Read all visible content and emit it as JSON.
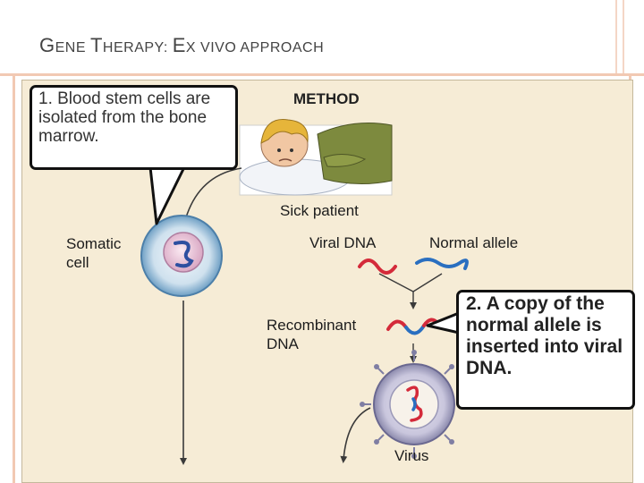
{
  "slide": {
    "title_prefix": "G",
    "title_part1": "ene ",
    "title_t": "T",
    "title_part2": "herapy: ",
    "title_e": "E",
    "title_part3": "x vivo approach"
  },
  "figure": {
    "method_label": "METHOD",
    "sick_patient_label": "Sick patient",
    "somatic_label_line1": "Somatic",
    "somatic_label_line2": "cell",
    "viral_dna_label": "Viral DNA",
    "normal_allele_label": "Normal allele",
    "recombinant_label_line1": "Recombinant",
    "recombinant_label_line2": "DNA",
    "virus_label": "Virus"
  },
  "callouts": {
    "step1": "1. Blood stem cells are isolated from the bone marrow.",
    "step2": "2. A copy of the normal allele is inserted into viral DNA."
  },
  "colors": {
    "panel_bg": "#f6ecd6",
    "viral_dna": "#d42a3a",
    "normal_allele": "#2a6fc0",
    "virus_capsid": "#7f7ea3"
  }
}
